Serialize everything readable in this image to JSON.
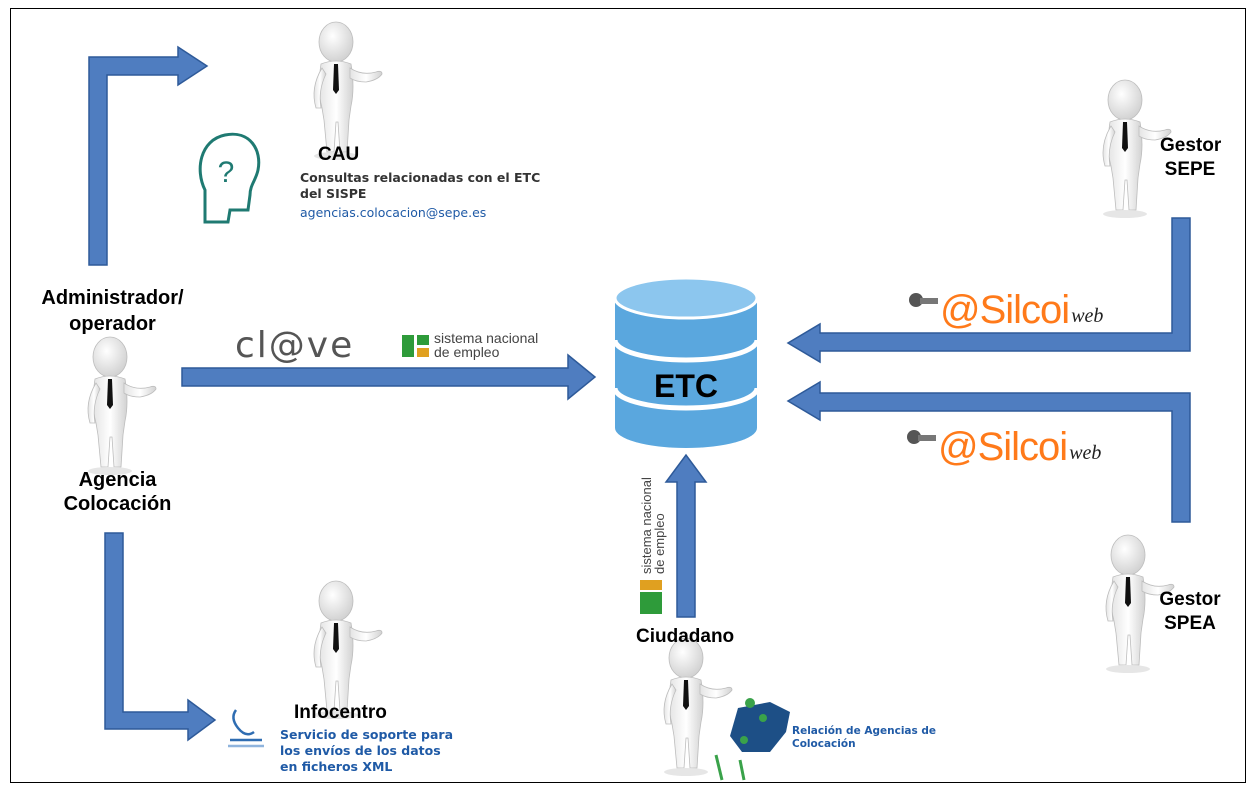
{
  "database": {
    "label": "ETC"
  },
  "actors": {
    "admin_line1": "Administrador/",
    "admin_line2": "operador",
    "agencia_line1": "Agencia",
    "agencia_line2": "Colocación",
    "cau": "CAU",
    "infocentro": "Infocentro",
    "ciudadano": "Ciudadano",
    "gestor_sepe_line1": "Gestor",
    "gestor_sepe_line2": "SEPE",
    "gestor_spea_line1": "Gestor",
    "gestor_spea_line2": "SPEA"
  },
  "cau_info": {
    "line1": "Consultas relacionadas con el ETC",
    "line2": "del SISPE",
    "email": "agencias.colocacion@sepe.es"
  },
  "infocentro_info": {
    "line1": "Servicio de soporte para",
    "line2": "los envíos de los datos",
    "line3": "en ficheros XML"
  },
  "ciudadano_info": {
    "line1": "Relación de Agencias de",
    "line2": "Colocación"
  },
  "logos": {
    "clave": "cl@ve",
    "sne_line1": "sistema nacional",
    "sne_line2": "de empleo",
    "silcoi_main": "@Silcoi",
    "silcoi_sub": "web"
  },
  "colors": {
    "arrow_fill": "#4f7dc0",
    "arrow_stroke": "#2e5a99",
    "db_fill": "#5aa7de",
    "db_light": "#8cc6ee",
    "accent_orange": "#ff7a1a",
    "sne_green": "#2e9b3a",
    "link_blue": "#1f5aa6"
  },
  "icons": [
    "person-figure-icon",
    "question-head-icon",
    "phone-support-icon",
    "spain-map-icon",
    "key-icon",
    "database-icon"
  ]
}
